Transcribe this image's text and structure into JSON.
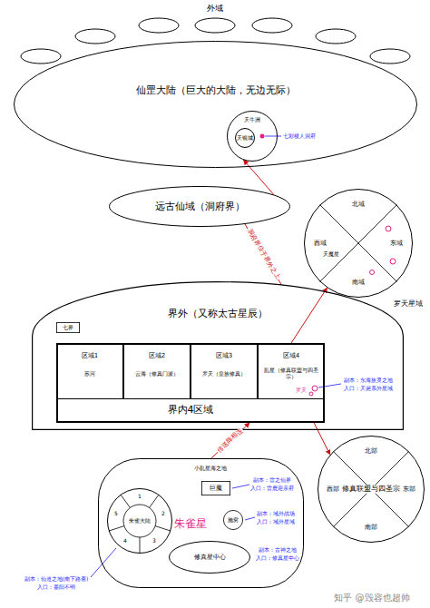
{
  "diagram": {
    "nodes": [
      {
        "text": [
          "仙罡大陆（巨大的大陆，无边无际）"
        ]
      },
      {
        "text": [
          "天牛洲"
        ],
        "in": 0
      },
      {
        "text": [
          "天银城"
        ],
        "in": 1
      },
      {
        "text": [
          "远古仙域（洞府界）"
        ]
      },
      {
        "text": [
          "北域",
          "西域",
          "东域",
          "南域",
          "罗天星域"
        ]
      },
      {
        "text": [
          "界外（又称太古星辰）"
        ]
      },
      {
        "text": [
          "七界"
        ],
        "in": 5
      },
      {
        "text": [
          "界内4区域"
        ],
        "in": 5
      },
      {
        "text": [
          "区域1",
          "苏河"
        ],
        "in": 7
      },
      {
        "text": [
          "区域2",
          "云海（修真门派）"
        ],
        "in": 7
      },
      {
        "text": [
          "区域3",
          "罗天（皇族修真）"
        ],
        "in": 7
      },
      {
        "text": [
          "区域4",
          "乱星（修真联盟与四圣宗）"
        ],
        "in": 7
      },
      {
        "text": [
          "北部",
          "西部",
          "修真联盟与四圣宗",
          "东部",
          "南部"
        ]
      },
      {
        "text": [
          "小乱星海之地",
          "朱雀星"
        ]
      },
      {
        "text": [
          "朱雀大陆"
        ],
        "in": 13
      },
      {
        "text": [
          "巨魔"
        ],
        "in": 13
      },
      {
        "text": [
          "施窝"
        ],
        "in": 13
      },
      {
        "text": [
          "修真星中心"
        ],
        "in": 13
      }
    ],
    "edges": [
      {
        "from": 3,
        "to": 1,
        "arrow": "to"
      },
      {
        "from": 5,
        "to": 3,
        "label": "洞府界位于界外之上",
        "arrow": "none"
      },
      {
        "from": 11,
        "to": 4,
        "arrow": "to"
      },
      {
        "from": 13,
        "to": 7,
        "label": "传送阵相连",
        "arrow": "to"
      },
      {
        "from": 7,
        "to": 12,
        "arrow": "to"
      }
    ],
    "labels": [
      "外域",
      "七彩楼人洞府",
      "天魔星",
      "罗天",
      "副本：东海族灵之地",
      "入口：天诞系外星域",
      "1",
      "2",
      "3",
      "4",
      "5",
      "副本：雷之仙界",
      "入口：雷鹿迎亲府",
      "副本：域外战场",
      "入口：域外星域",
      "副本：古神之地",
      "入口：修真星中心",
      "副本：仙道之地(南下路斋)",
      "入口：墨阳不明",
      "知乎 @毁容也超帅"
    ]
  }
}
